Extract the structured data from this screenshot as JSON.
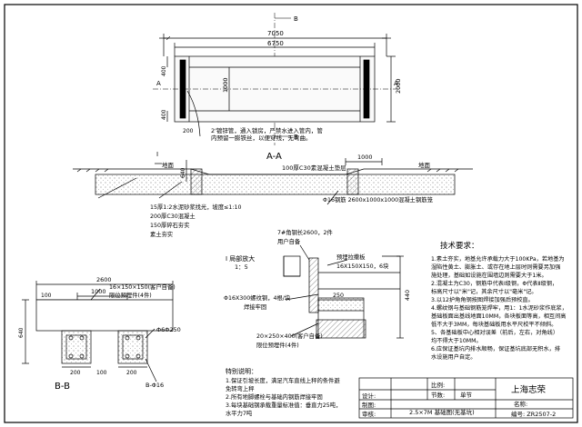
{
  "plan": {
    "dim_total": "7050",
    "dim_inner": "6750",
    "dim_h_inner": "1000",
    "dim_h_outer": "2000",
    "dim_left": "400",
    "dim_right": "400",
    "dim_side": "200",
    "label_a": "A",
    "label_b": "B",
    "note": "2'镀锌管，通入锁房，严禁水进入管内，管内预留一膨铁丝，以便穿线，无弯曲。"
  },
  "aa": {
    "title": "A-A",
    "ground": "地面",
    "slab_label": "100厚C30素混凝土垫层",
    "rebar_label": "Φ16钢筋 2600x1000x1000混凝土钢筋笼",
    "dim_1000": "1000",
    "dim_640": "640",
    "section_i": "I",
    "layers": [
      "15厚1:2水泥砂浆找光，坡度≤1:10",
      "200厚C30混凝土",
      "150厚碎石夯实",
      "素土夯实"
    ]
  },
  "detail": {
    "title": "I 局部放大",
    "scale": "1：5",
    "angle_steel": "7#角钢长2600，2件",
    "user_supplied": "用户自备",
    "plate": "预埋拉撒板",
    "plate_size": "16X150X150，6块",
    "anchor": "Φ16X300螺纹钢，4根/块",
    "anchor_sub": "焊接牢固",
    "dim_250": "250",
    "dim_440": "440",
    "embed": "20×250×400(客户自备)",
    "embed_sub": "限位预埋件(4件)"
  },
  "bb": {
    "title": "B-B",
    "dim_2600": "2600",
    "dim_1000": "1000",
    "dim_200": "200",
    "dim_100": "100",
    "plate_note": "16×150×150(客户自备)",
    "plate_note_sub": "限位预埋件(4件)",
    "pipe": "Φ6Φ250",
    "bar": "B-Φ16",
    "dim_left_100": "100",
    "dim_640": "640"
  },
  "notes": {
    "title": "特别说明：",
    "lines": [
      "1.保证引坡长度，满足汽车直线上秤的条件避",
      "免转弯上秤",
      "2.所有地脚螺栓与基础内钢筋焊接牢固",
      "3.每块基础钢承载重量标准值：垂直力25吨，",
      "水平力7吨"
    ]
  },
  "tech": {
    "title": "技术要求：",
    "lines": [
      "1.素土夯实，地基允许承载力大于100KPa，若地基为",
      "湿陷性黄土、膨胀土、或存在地上层时则需要另加强",
      "施处理，基础如设施在围墙边则需要大于1米。",
      "2.混凝土为C30，钢筋中代表Ⅰ级钢，Φ代表Ⅱ级钢，",
      "标高尺寸以\"米\"记，其余尺寸以\"毫米\"记。",
      "3.以12护角角钢按图焊接加强后预校直。",
      "4.螺纹钢与基础钢筋笼焊牢，用1：1水泥砂浆作底浆，",
      "基础板面出基线地面10MM，各块板面等高，相互间高",
      "低不大于3MM，每块基础板用水平尺校平不倾斜。",
      "5、各基础板中心相对误差（前后，左右，对角线）",
      "均不得大于10MM。",
      "6.应保证基坑内排水顺畅，保证基坑底部无积水，排",
      "水设施用户自定。"
    ]
  },
  "titleblock": {
    "company": "上海志荣",
    "design": "设计:",
    "draw": "制图:",
    "check": "审核:",
    "ratio": "比例:",
    "section": "节数:",
    "unit": "单节",
    "drawing_name": "2.5×7M 基础图(无基坑)",
    "name_label": "名称:",
    "code": "编号: ZR2507-2"
  }
}
